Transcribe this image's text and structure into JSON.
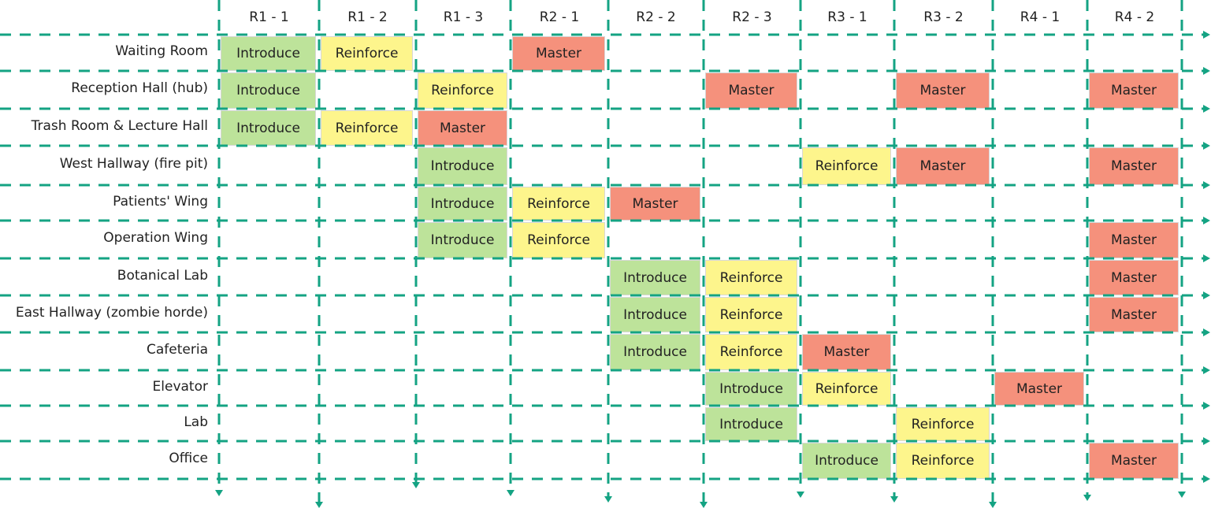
{
  "columns": [
    "R1 - 1",
    "R1 - 2",
    "R1 - 3",
    "R2 - 1",
    "R2 - 2",
    "R2 - 3",
    "R3 - 1",
    "R3 - 2",
    "R4 - 1",
    "R4 - 2"
  ],
  "rows": [
    "Waiting Room",
    "Reception Hall (hub)",
    "Trash Room & Lecture Hall",
    "West Hallway (fire pit)",
    "Patients' Wing",
    "Operation Wing",
    "Botanical Lab",
    "East Hallway (zombie horde)",
    "Cafeteria",
    "Elevator",
    "Lab",
    "Office"
  ],
  "labels": {
    "introduce": "Introduce",
    "reinforce": "Reinforce",
    "master": "Master"
  },
  "colors": {
    "grid": "#14a383",
    "introduce": "#bde39a",
    "reinforce": "#fdf58c",
    "master": "#f5917c"
  },
  "cells": [
    {
      "row": 0,
      "col": 0,
      "type": "introduce"
    },
    {
      "row": 0,
      "col": 1,
      "type": "reinforce"
    },
    {
      "row": 0,
      "col": 3,
      "type": "master"
    },
    {
      "row": 1,
      "col": 0,
      "type": "introduce"
    },
    {
      "row": 1,
      "col": 2,
      "type": "reinforce"
    },
    {
      "row": 1,
      "col": 5,
      "type": "master"
    },
    {
      "row": 1,
      "col": 7,
      "type": "master"
    },
    {
      "row": 1,
      "col": 9,
      "type": "master"
    },
    {
      "row": 2,
      "col": 0,
      "type": "introduce"
    },
    {
      "row": 2,
      "col": 1,
      "type": "reinforce"
    },
    {
      "row": 2,
      "col": 2,
      "type": "master"
    },
    {
      "row": 3,
      "col": 2,
      "type": "introduce"
    },
    {
      "row": 3,
      "col": 6,
      "type": "reinforce"
    },
    {
      "row": 3,
      "col": 7,
      "type": "master"
    },
    {
      "row": 3,
      "col": 9,
      "type": "master"
    },
    {
      "row": 4,
      "col": 2,
      "type": "introduce"
    },
    {
      "row": 4,
      "col": 3,
      "type": "reinforce"
    },
    {
      "row": 4,
      "col": 4,
      "type": "master"
    },
    {
      "row": 5,
      "col": 2,
      "type": "introduce"
    },
    {
      "row": 5,
      "col": 3,
      "type": "reinforce"
    },
    {
      "row": 5,
      "col": 9,
      "type": "master"
    },
    {
      "row": 6,
      "col": 4,
      "type": "introduce"
    },
    {
      "row": 6,
      "col": 5,
      "type": "reinforce"
    },
    {
      "row": 6,
      "col": 9,
      "type": "master"
    },
    {
      "row": 7,
      "col": 4,
      "type": "introduce"
    },
    {
      "row": 7,
      "col": 5,
      "type": "reinforce"
    },
    {
      "row": 7,
      "col": 9,
      "type": "master"
    },
    {
      "row": 8,
      "col": 4,
      "type": "introduce"
    },
    {
      "row": 8,
      "col": 5,
      "type": "reinforce"
    },
    {
      "row": 8,
      "col": 6,
      "type": "master"
    },
    {
      "row": 9,
      "col": 5,
      "type": "introduce"
    },
    {
      "row": 9,
      "col": 6,
      "type": "reinforce"
    },
    {
      "row": 9,
      "col": 8,
      "type": "master"
    },
    {
      "row": 10,
      "col": 5,
      "type": "introduce"
    },
    {
      "row": 10,
      "col": 7,
      "type": "reinforce"
    },
    {
      "row": 11,
      "col": 6,
      "type": "introduce"
    },
    {
      "row": 11,
      "col": 7,
      "type": "reinforce"
    },
    {
      "row": 11,
      "col": 9,
      "type": "master"
    }
  ]
}
